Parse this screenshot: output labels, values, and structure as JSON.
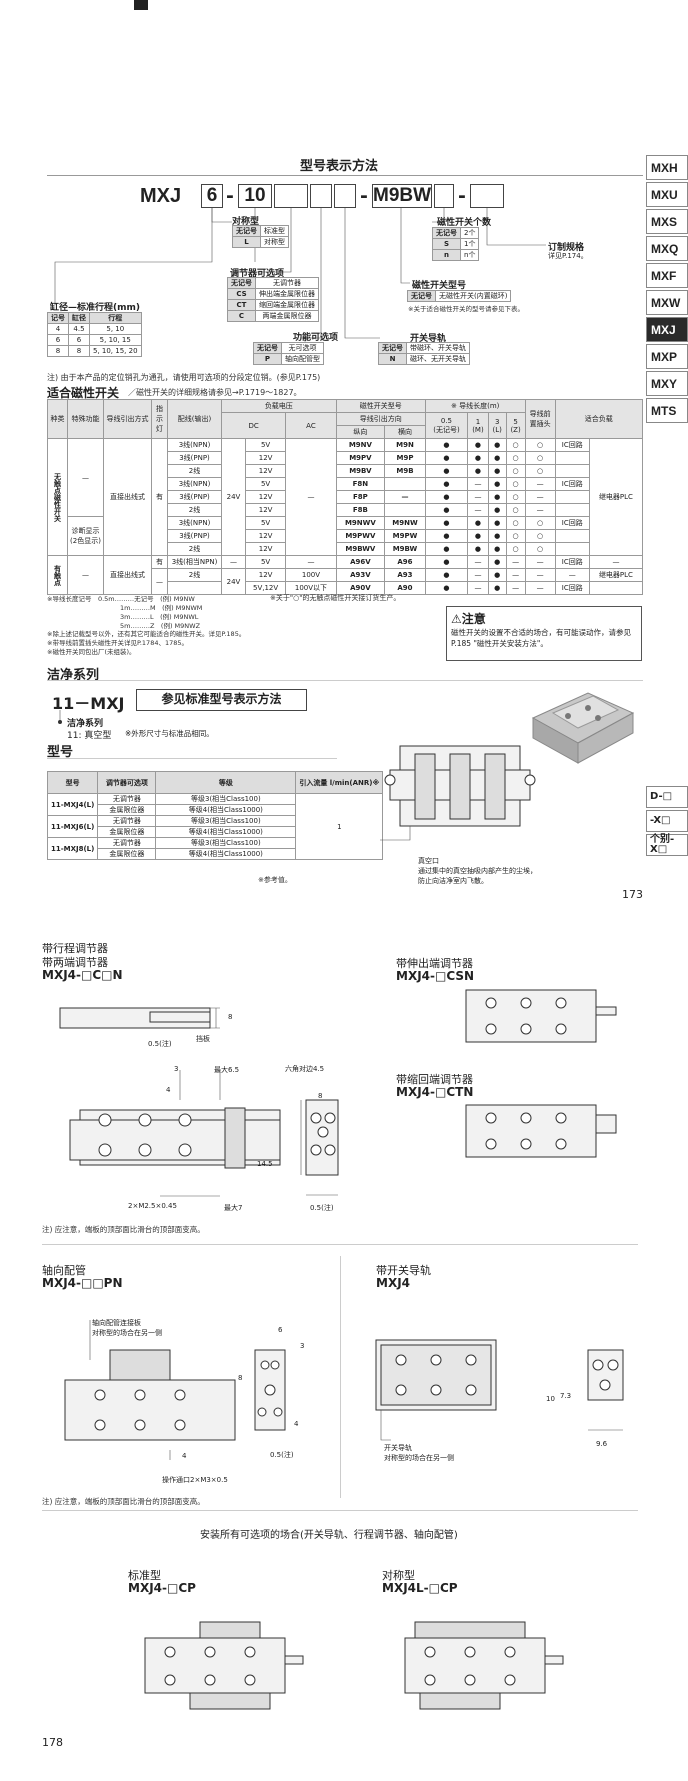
{
  "header": {
    "top_text": "■ ■ ■ ■"
  },
  "side_tabs": [
    "MXH",
    "MXU",
    "MXS",
    "MXQ",
    "MXF",
    "MXW",
    "MXJ",
    "MXP",
    "MXY",
    "MTS"
  ],
  "side_tabs_active": "MXJ",
  "side_tabs_bottom": [
    "D-□",
    "-X□",
    "个别-X□"
  ],
  "page_title": "型号表示方法",
  "model": {
    "prefix": "MXJ",
    "box1": "6",
    "box2": "10",
    "box3": "",
    "box4": "",
    "switch": "M9BW",
    "box5": ""
  },
  "labels": {
    "symmetric": "对称型",
    "adjuster": "调节器可选项",
    "bore_stroke": "缸径—标准行程(mm)",
    "function_option": "功能可选项",
    "switch_rail": "开关导轨",
    "switch_model": "磁性开关型号",
    "switch_count": "磁性开关个数",
    "custom": "订制规格",
    "custom_ref": "详见P.174。"
  },
  "t_symmetric": [
    [
      "无记号",
      "标准型"
    ],
    [
      "L",
      "对称型"
    ]
  ],
  "t_adjuster": [
    [
      "无记号",
      "无调节器"
    ],
    [
      "CS",
      "伸出端金属限位器"
    ],
    [
      "CT",
      "缩回端金属限位器"
    ],
    [
      "C",
      "两端金属限位器"
    ]
  ],
  "t_bore": [
    [
      "记号",
      "缸径",
      "行程"
    ],
    [
      "4",
      "4.5",
      "5, 10"
    ],
    [
      "6",
      "6",
      "5, 10, 15"
    ],
    [
      "8",
      "8",
      "5, 10, 15, 20"
    ]
  ],
  "t_function": [
    [
      "无记号",
      "无可选项"
    ],
    [
      "P",
      "轴向配管型"
    ]
  ],
  "t_rail": [
    [
      "无记号",
      "带磁环、开关导轨"
    ],
    [
      "N",
      "磁环、无开关导轨"
    ]
  ],
  "t_swmodel": [
    [
      "无记号",
      "无磁性开关(内置磁环)"
    ]
  ],
  "swmodel_note": "※关于适合磁性开关的型号请参见下表。",
  "t_count": [
    [
      "无记号",
      "2个"
    ],
    [
      "S",
      "1个"
    ],
    [
      "n",
      "n个"
    ]
  ],
  "note1": "注) 由于本产品的定位销孔为通孔，请使用可选项的分段定位销。(参见P.175)",
  "section_switch": "适合磁性开关",
  "section_switch_sub": "／磁性开关的详细规格请参见→P.1719～1827。",
  "switch_table": {
    "head1": [
      "种类",
      "特殊功能",
      "导线引出方式",
      "指示灯",
      "配线(输出)",
      "负载电压",
      "",
      "磁性开关型号",
      "",
      "※ 导线长度(m)",
      "",
      "",
      "",
      "导线前置插头",
      "适合负载"
    ],
    "head_dc": "DC",
    "head_ac": "AC",
    "head_swdir": "导线引出方向",
    "head_vert": "纵向",
    "head_horz": "横向",
    "lengths": [
      "0.5\n(无记号)",
      "1\n(M)",
      "3\n(L)",
      "5\n(Z)"
    ],
    "rows": [
      [
        "3线(NPN)",
        "5V",
        "",
        "M9NV",
        "M9N",
        "●",
        "●",
        "●",
        "○",
        "○",
        "IC回路",
        ""
      ],
      [
        "3线(PNP)",
        "12V",
        "",
        "M9PV",
        "M9P",
        "●",
        "●",
        "●",
        "○",
        "○",
        "",
        ""
      ],
      [
        "2线",
        "12V",
        "",
        "M9BV",
        "M9B",
        "●",
        "●",
        "●",
        "○",
        "○",
        "",
        ""
      ],
      [
        "3线(NPN)",
        "5V",
        "",
        "F8N",
        "",
        "●",
        "—",
        "●",
        "○",
        "—",
        "IC回路",
        ""
      ],
      [
        "3线(PNP)",
        "12V",
        "",
        "F8P",
        "—",
        "●",
        "—",
        "●",
        "○",
        "—",
        "",
        ""
      ],
      [
        "2线",
        "12V",
        "",
        "F8B",
        "",
        "●",
        "—",
        "●",
        "○",
        "—",
        "",
        ""
      ],
      [
        "3线(NPN)",
        "5V",
        "",
        "M9NWV",
        "M9NW",
        "●",
        "●",
        "●",
        "○",
        "○",
        "IC回路",
        ""
      ],
      [
        "3线(PNP)",
        "12V",
        "",
        "M9PWV",
        "M9PW",
        "●",
        "●",
        "●",
        "○",
        "○",
        "",
        ""
      ],
      [
        "2线",
        "12V",
        "",
        "M9BWV",
        "M9BW",
        "●",
        "●",
        "●",
        "○",
        "○",
        "",
        ""
      ],
      [
        "3线(相当NPN)",
        "5V",
        "—",
        "A96V",
        "A96",
        "●",
        "—",
        "●",
        "—",
        "—",
        "IC回路",
        "—"
      ],
      [
        "2线",
        "12V",
        "100V",
        "A93V",
        "A93",
        "●",
        "—",
        "●",
        "—",
        "—",
        "—",
        "继电器PLC"
      ],
      [
        "",
        "5V,12V",
        "100V以下",
        "A90V",
        "A90",
        "●",
        "—",
        "●",
        "—",
        "—",
        "IC回路",
        ""
      ]
    ],
    "group1": "无触点磁性开关",
    "group2": "有触点",
    "func_dash": "—",
    "func_diag": "诊断显示(2色显示)",
    "wiring": "直接出线式",
    "led_yes": "有",
    "led_no": "—",
    "v24": "24V",
    "ac_dash": "—",
    "relay": "继电器PLC"
  },
  "len_note": [
    "※导线长度记号　0.5m………无记号　(例) M9NW",
    "1m………M　(例) M9NWM",
    "3m………L　(例) M9NWL",
    "5m………Z　(例) M9NWZ"
  ],
  "len_note2": "※关于\"○\"的无触点磁性开关接订货生产。",
  "misc_notes": [
    "※除上述记载型号以外，还有其它可能适合的磁性开关。详见P.185。",
    "※带导线前置插头磁性开关详见P.1784、1785。",
    "※磁性开关同包出厂(未组装)。"
  ],
  "caution": {
    "title": "注意",
    "text": "磁性开关的设置不合适的场合，有可能误动作，请参见P.185 \"磁性开关安装方法\"。"
  },
  "clean": {
    "section": "洁净系列",
    "model": "11－MXJ",
    "ref": "参见标准型号表示方法",
    "series": "洁净系列",
    "vacuum": "11: 真空型",
    "vac_note": "※外形尺寸与标准品相同。",
    "model_sec": "型号",
    "table_head": [
      "型号",
      "调节器可选项",
      "等级",
      "引入流量 l/min(ANR)※"
    ],
    "rows": [
      [
        "11-MXJ4(L)",
        "无调节器",
        "等级3(相当Class100)"
      ],
      [
        "",
        "金属限位器",
        "等级4(相当Class1000)"
      ],
      [
        "11-MXJ6(L)",
        "无调节器",
        "等级3(相当Class100)"
      ],
      [
        "",
        "金属限位器",
        "等级4(相当Class1000)"
      ],
      [
        "11-MXJ8(L)",
        "无调节器",
        "等级3(相当Class100)"
      ],
      [
        "",
        "金属限位器",
        "等级4(相当Class1000)"
      ]
    ],
    "flow": "1",
    "ref_value": "※参考值。",
    "vac_port": "真空口",
    "vac_desc1": "通过集中的真空抽吸内部产生的尘埃，",
    "vac_desc2": "防止向洁净室内飞散。"
  },
  "page_num_1": "173",
  "drawings": {
    "stroke_adj_title1": "带行程调节器",
    "stroke_adj_title2": "带两端调节器",
    "stroke_adj_model": "MXJ4-□C□N",
    "ext_title": "带伸出端调节器",
    "ext_model": "MXJ4-□CSN",
    "ret_title": "带缩回端调节器",
    "ret_model": "MXJ4-□CTN",
    "dims1": [
      "8",
      "0.5(注)",
      "挡板",
      "3",
      "最大6.5",
      "4",
      "六角对边4.5",
      "8",
      "14.5",
      "2×M2.5×0.45",
      "最大7",
      "0.5(注)"
    ],
    "note_top": "注) 应注意，端板的顶部面比滑台的顶部面变高。",
    "axial_title": "轴向配管",
    "axial_model": "MXJ4-□□PN",
    "axial_dims": [
      "轴向配管连接板",
      "对称型的场合在另一侧",
      "6",
      "3",
      "8",
      "4",
      "4",
      "0.5(注)",
      "操作通口2×M3×0.5"
    ],
    "rail_title": "带开关导轨",
    "rail_model": "MXJ4",
    "rail_dims": [
      "开关导轨",
      "对称型的场合在另一侧",
      "10",
      "7.3",
      "9.6"
    ],
    "note_mid": "注) 应注意，端板的顶部面比滑台的顶部面变高。",
    "all_options": "安装所有可选项的场合(开关导轨、行程调节器、轴向配管)",
    "std_title": "标准型",
    "std_model": "MXJ4-□CP",
    "sym_title": "对称型",
    "sym_model": "MXJ4L-□CP"
  },
  "page_num_2": "178"
}
